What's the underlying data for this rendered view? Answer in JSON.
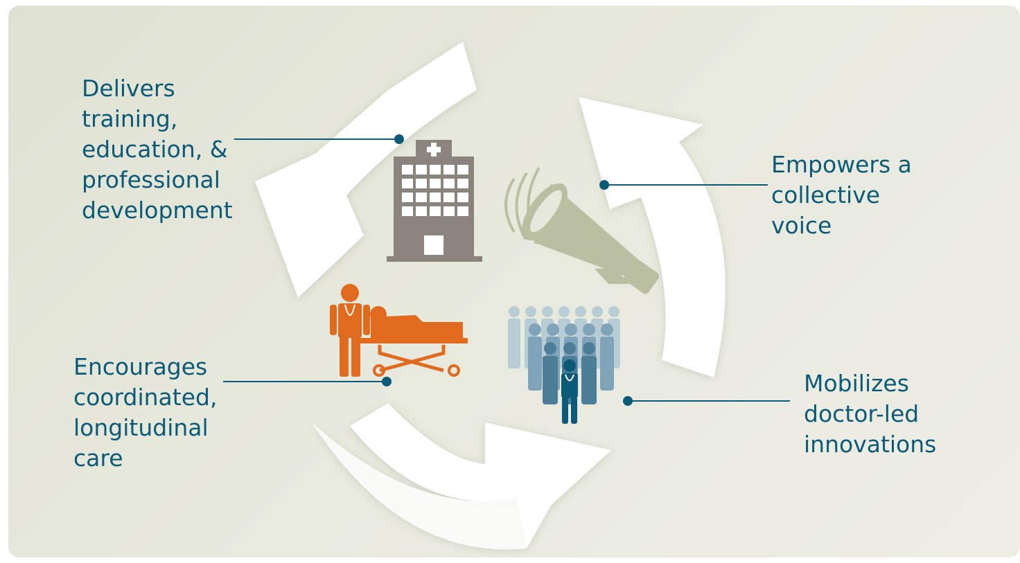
{
  "labels": {
    "training": "Delivers\ntraining,\neducation, &\nprofessional\ndevelopment",
    "voice": "Empowers a\ncollective\nvoice",
    "care": "Encourages\ncoordinated,\nlongitudinal\ncare",
    "innovations": "Mobilizes\ndoctor-led\ninnovations"
  },
  "icons": {
    "top_left": "hospital-building-icon",
    "top_right": "megaphone-icon",
    "bottom_left": "doctor-with-patient-stretcher-icon",
    "bottom_right": "group-of-doctors-icon"
  },
  "colors": {
    "text": "#0b5a78",
    "leader_line": "#0b5a78",
    "hospital": "#8a847c",
    "megaphone": "#b9bfa0",
    "stretcher": "#e06a1e",
    "crowd_back": "#b8ccd6",
    "crowd_mid": "#7fa3b8",
    "crowd_front": "#4d7e98",
    "crowd_lead": "#0b5a78",
    "arrows": "#ffffff"
  }
}
